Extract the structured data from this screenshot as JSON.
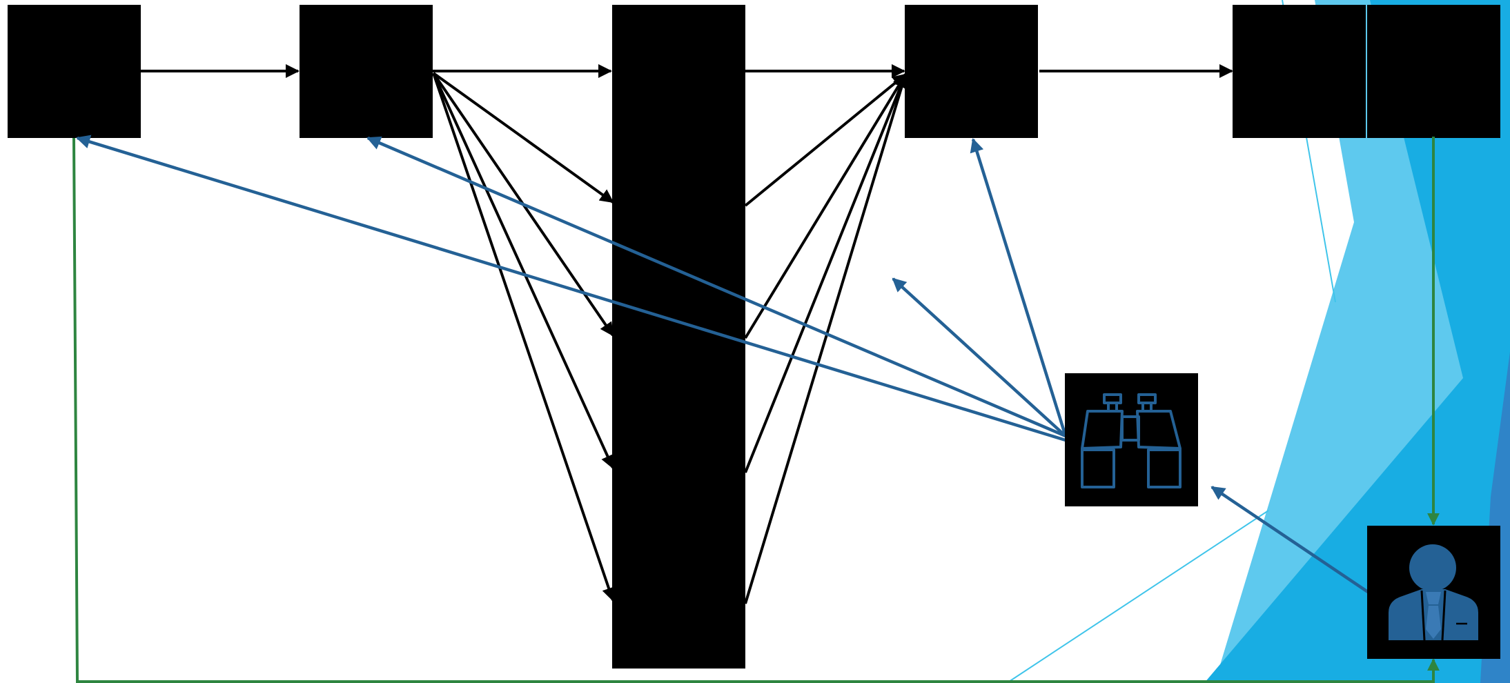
{
  "diagram": {
    "type": "flow-diagram",
    "colors": {
      "background": "#ffffff",
      "box_fill": "#000000",
      "black_arrow": "#000000",
      "blue_arrow": "#246195",
      "green_arrow": "#2e8540",
      "icon": "#246195",
      "accent_light": "#5ec9ee",
      "accent_mid": "#18ade3",
      "accent_dark": "#2f84c8",
      "accent_thin": "#3fc4ea"
    },
    "top_row_boxes": [
      {
        "id": "box-1",
        "label": ""
      },
      {
        "id": "box-2",
        "label": ""
      },
      {
        "id": "box-3-column",
        "label": ""
      },
      {
        "id": "box-4",
        "label": ""
      },
      {
        "id": "box-5",
        "label": ""
      },
      {
        "id": "box-6",
        "label": ""
      }
    ],
    "icon_boxes": [
      {
        "id": "observer-box",
        "icon": "binoculars-icon"
      },
      {
        "id": "user-box",
        "icon": "businessman-icon"
      }
    ],
    "connections": [
      {
        "from": "box-1",
        "to": "box-2",
        "kind": "black"
      },
      {
        "from": "box-2",
        "to": "box-3-column",
        "kind": "black"
      },
      {
        "from": "box-3-column",
        "to": "box-4",
        "kind": "black"
      },
      {
        "from": "box-4",
        "to": "box-5",
        "kind": "black"
      },
      {
        "from": "box-2",
        "to": "box-3-column",
        "kind": "black-fan",
        "count": 5
      },
      {
        "from": "box-3-column",
        "to": "box-4",
        "kind": "black-fan",
        "count": 5
      },
      {
        "from": "observer-box",
        "to": "box-1",
        "kind": "blue"
      },
      {
        "from": "observer-box",
        "to": "box-2",
        "kind": "blue"
      },
      {
        "from": "observer-box",
        "to": "box-4",
        "kind": "blue"
      },
      {
        "from": "observer-box",
        "to": "box-3-column",
        "kind": "blue"
      },
      {
        "from": "user-box",
        "to": "observer-box",
        "kind": "blue"
      },
      {
        "from": "box-6",
        "to": "user-box",
        "kind": "green"
      },
      {
        "from": "box-1",
        "to": "user-box",
        "kind": "green"
      }
    ]
  }
}
